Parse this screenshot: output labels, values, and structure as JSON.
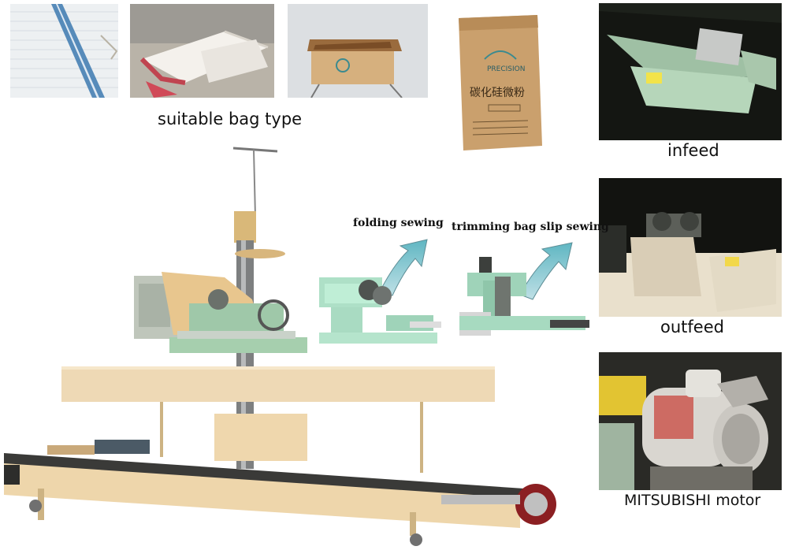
{
  "captions": {
    "bag_type": "suitable bag type",
    "infeed": "infeed",
    "outfeed": "outfeed",
    "motor": "MITSUBISHI motor",
    "folding": "folding sewing",
    "trimming": "trimming bag slip sewing"
  },
  "paper_bag": {
    "brand": "PRECISION",
    "product_cn": "碳化硅微粉"
  }
}
